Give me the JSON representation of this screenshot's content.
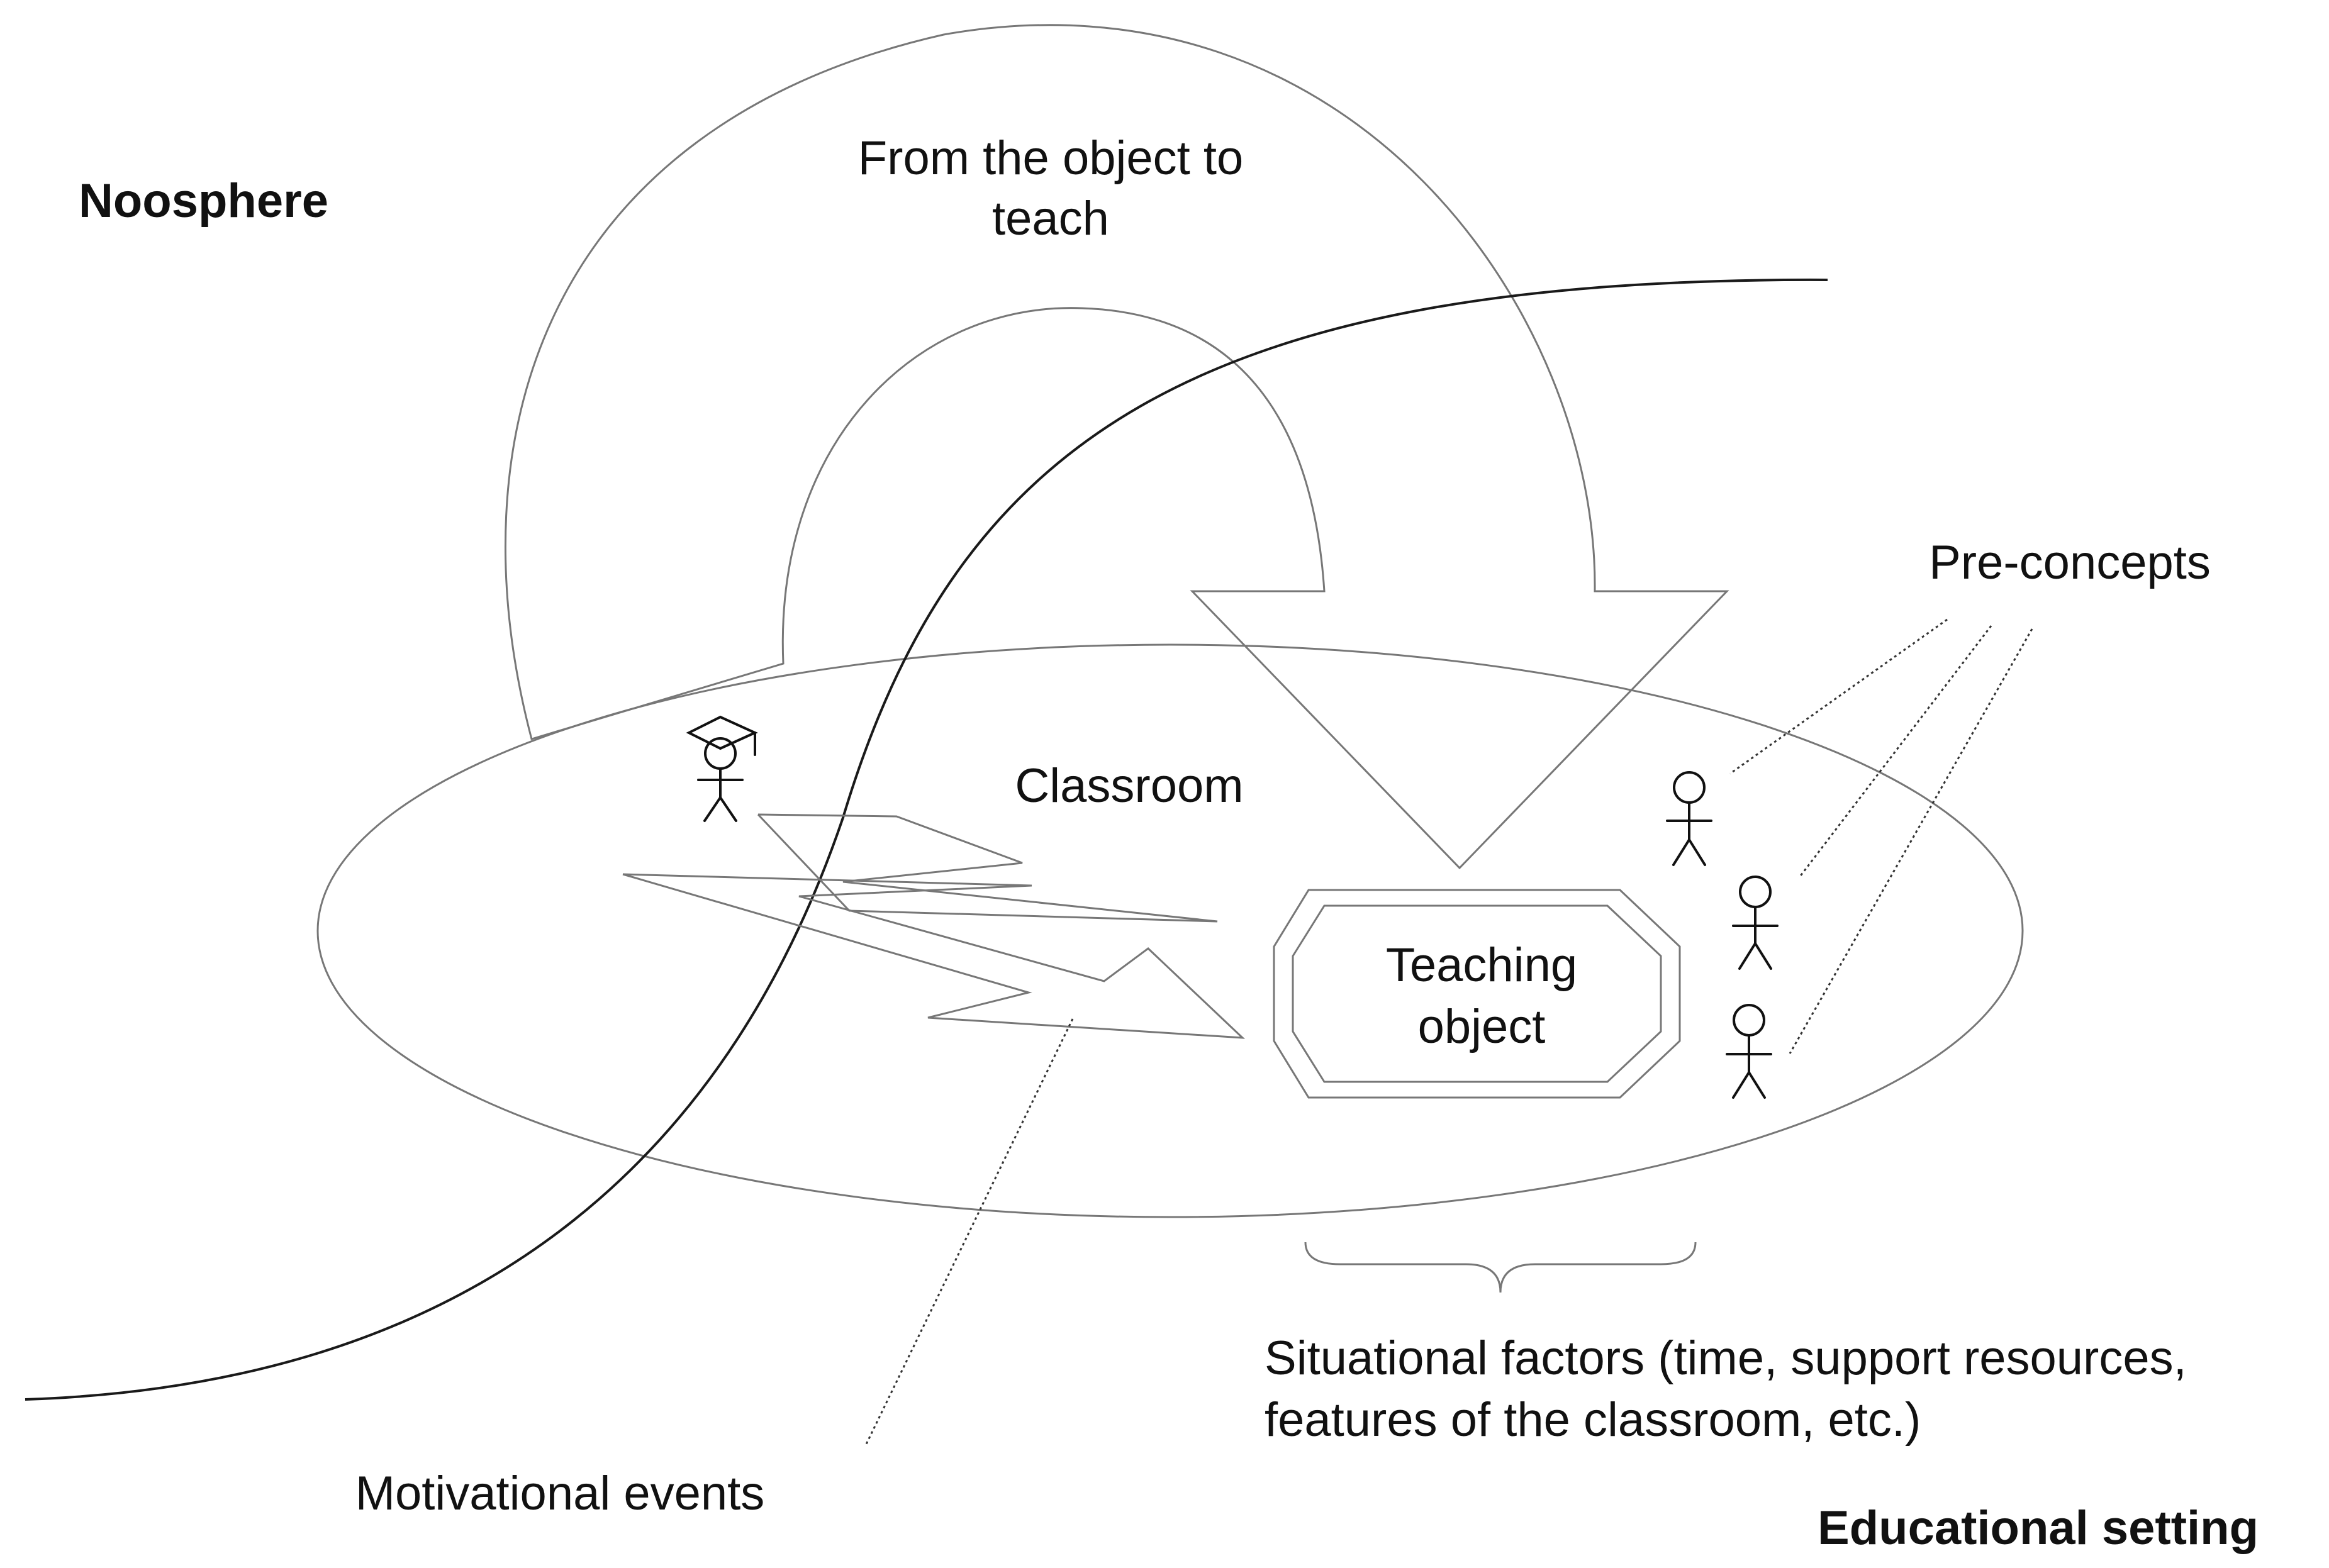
{
  "labels": {
    "noosphere": "Noosphere",
    "from_object_line1": "From the object to",
    "from_object_line2": "teach",
    "pre_concepts": "Pre-concepts",
    "classroom": "Classroom",
    "teaching_object_line1": "Teaching",
    "teaching_object_line2": "object",
    "situational_line1": "Situational factors (time, support resources,",
    "situational_line2": "features of the classroom, etc.)",
    "motivational_events": "Motivational events",
    "educational_setting": "Educational setting"
  },
  "actors": {
    "teacher": "teacher-icon",
    "students": [
      "student-icon",
      "student-icon",
      "student-icon"
    ]
  }
}
